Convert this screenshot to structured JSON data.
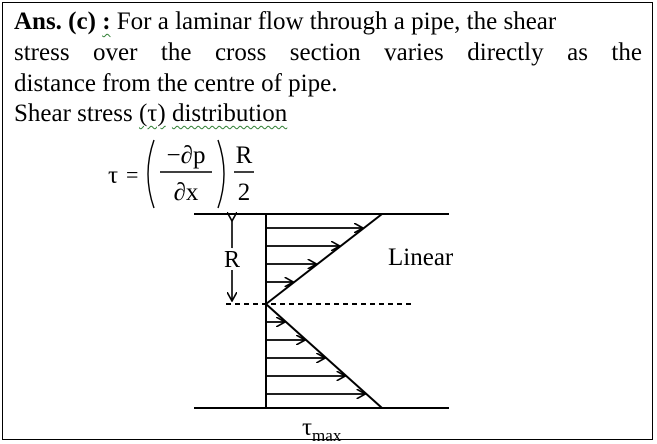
{
  "answer": {
    "prefix": "Ans. (c)",
    "colon": ":",
    "line1_text": "For a laminar flow through a pipe, the shear",
    "line2_words": [
      "stress",
      "over",
      "the",
      "cross",
      "section",
      "varies",
      "directly",
      "as",
      "the"
    ],
    "line3_text": "distance from the centre of pipe."
  },
  "distribution": {
    "heading_prefix": "Shear stress",
    "symbol_paren": "(τ)",
    "heading_suffix": "distribution"
  },
  "formula": {
    "lhs": "τ",
    "equals": "=",
    "numerator": "−∂p",
    "denominator": "∂x",
    "ratio_num": "R",
    "ratio_den": "2"
  },
  "diagram": {
    "radius_label": "R",
    "profile_label": "Linear",
    "tau": "τ",
    "tau_subscript": "max"
  }
}
